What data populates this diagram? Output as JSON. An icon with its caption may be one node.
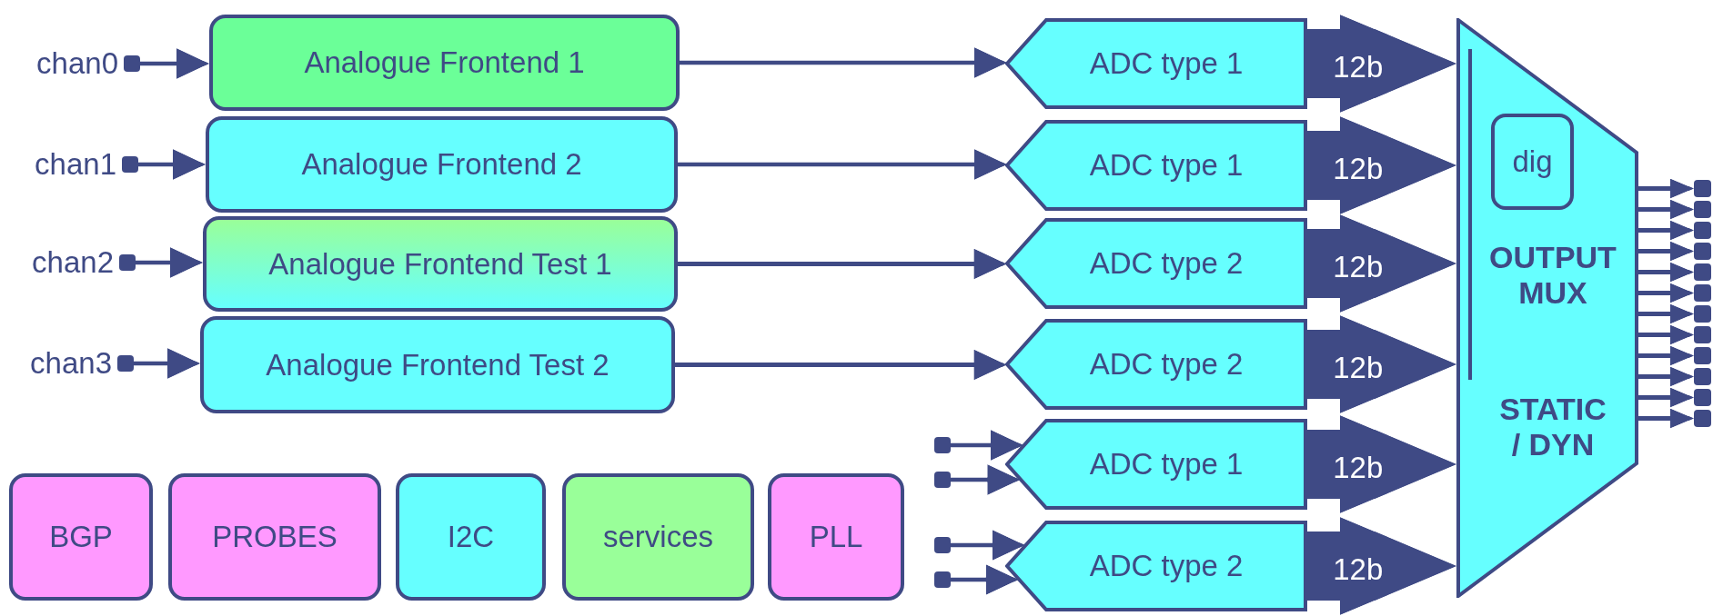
{
  "diagram": {
    "nodes": [
      {
        "text": [],
        "shape": "box",
        "beside": [
          "chan0"
        ]
      },
      {
        "text": [],
        "shape": "box",
        "beside": [
          "chan1"
        ]
      },
      {
        "text": [],
        "shape": "box",
        "beside": [
          "chan2"
        ]
      },
      {
        "text": [],
        "shape": "box",
        "beside": [
          "chan3"
        ]
      },
      {
        "text": [
          "Analogue Frontend 1"
        ]
      },
      {
        "text": [
          "Analogue Frontend 2"
        ]
      },
      {
        "text": [
          "Analogue Frontend Test 1"
        ]
      },
      {
        "text": [
          "Analogue Frontend Test 2"
        ]
      },
      {
        "text": [
          "ADC type 1"
        ]
      },
      {
        "text": [
          "ADC type 1"
        ]
      },
      {
        "text": [
          "ADC type 2"
        ]
      },
      {
        "text": [
          "ADC type 2"
        ]
      },
      {
        "text": [
          "ADC type 1"
        ]
      },
      {
        "text": [
          "ADC type 2"
        ]
      },
      {
        "text": [
          "OUTPUT MUX",
          "STATIC / DYN"
        ]
      },
      {
        "text": [
          "dig"
        ],
        "in": 14
      },
      {
        "text": [],
        "shape": "box"
      },
      {
        "text": [],
        "shape": "box"
      },
      {
        "text": [],
        "shape": "box"
      },
      {
        "text": [],
        "shape": "box"
      },
      {
        "text": [],
        "shape": "box"
      },
      {
        "text": [],
        "shape": "box"
      },
      {
        "text": [],
        "shape": "box"
      },
      {
        "text": [],
        "shape": "box"
      },
      {
        "text": [],
        "shape": "box"
      },
      {
        "text": [],
        "shape": "box"
      },
      {
        "text": [],
        "shape": "box"
      },
      {
        "text": [],
        "shape": "box"
      },
      {
        "text": [],
        "shape": "box"
      },
      {
        "text": [],
        "shape": "box"
      },
      {
        "text": [],
        "shape": "box"
      },
      {
        "text": [],
        "shape": "box"
      },
      {
        "text": [
          "BGP"
        ]
      },
      {
        "text": [
          "PROBES"
        ]
      },
      {
        "text": [
          "I2C"
        ]
      },
      {
        "text": [
          "services"
        ]
      },
      {
        "text": [
          "PLL"
        ]
      }
    ],
    "edges": [
      {
        "from": 0,
        "to": 4,
        "arrow": "to"
      },
      {
        "from": 1,
        "to": 5,
        "arrow": "to"
      },
      {
        "from": 2,
        "to": 6,
        "arrow": "to"
      },
      {
        "from": 3,
        "to": 7,
        "arrow": "to"
      },
      {
        "from": 4,
        "to": 8,
        "arrow": "to"
      },
      {
        "from": 5,
        "to": 9,
        "arrow": "to"
      },
      {
        "from": 6,
        "to": 10,
        "arrow": "to"
      },
      {
        "from": 7,
        "to": 11,
        "arrow": "to"
      },
      {
        "from": 16,
        "to": 12,
        "arrow": "to"
      },
      {
        "from": 17,
        "to": 12,
        "arrow": "to"
      },
      {
        "from": 18,
        "to": 13,
        "arrow": "to"
      },
      {
        "from": 19,
        "to": 13,
        "arrow": "to"
      },
      {
        "from": 8,
        "to": 14,
        "arrow": "to",
        "label": "12b",
        "style": "thick"
      },
      {
        "from": 9,
        "to": 14,
        "arrow": "to",
        "label": "12b",
        "style": "thick"
      },
      {
        "from": 10,
        "to": 14,
        "arrow": "to",
        "label": "12b",
        "style": "thick"
      },
      {
        "from": 11,
        "to": 14,
        "arrow": "to",
        "label": "12b",
        "style": "thick"
      },
      {
        "from": 12,
        "to": 14,
        "arrow": "to",
        "label": "12b",
        "style": "thick"
      },
      {
        "from": 13,
        "to": 14,
        "arrow": "to",
        "label": "12b",
        "style": "thick"
      },
      {
        "from": 14,
        "to": 20,
        "arrow": "to"
      },
      {
        "from": 14,
        "to": 21,
        "arrow": "to"
      },
      {
        "from": 14,
        "to": 22,
        "arrow": "to"
      },
      {
        "from": 14,
        "to": 23,
        "arrow": "to"
      },
      {
        "from": 14,
        "to": 24,
        "arrow": "to"
      },
      {
        "from": 14,
        "to": 25,
        "arrow": "to"
      },
      {
        "from": 14,
        "to": 26,
        "arrow": "to"
      },
      {
        "from": 14,
        "to": 27,
        "arrow": "to"
      },
      {
        "from": 14,
        "to": 28,
        "arrow": "to"
      },
      {
        "from": 14,
        "to": 29,
        "arrow": "to"
      },
      {
        "from": 14,
        "to": 30,
        "arrow": "to"
      },
      {
        "from": 14,
        "to": 31,
        "arrow": "to"
      }
    ]
  }
}
